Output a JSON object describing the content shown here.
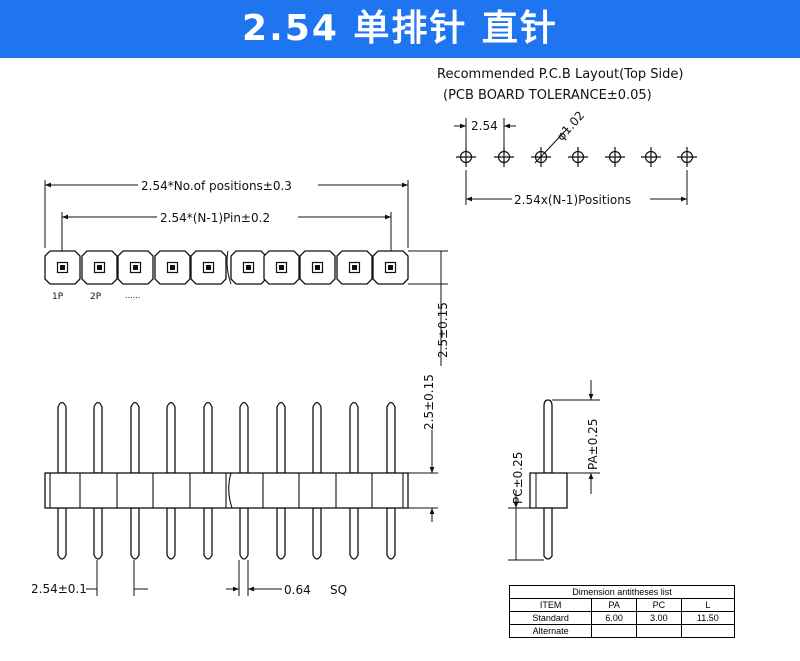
{
  "header": {
    "title": "2.54 单排针 直针",
    "background": "#1f74f0",
    "text_color": "#ffffff"
  },
  "pcb_layout": {
    "title_line1": "Recommended P.C.B Layout(Top Side)",
    "title_line2": "(PCB BOARD TOLERANCE±0.05)",
    "pitch_label": "2.54",
    "hole_label": "φ1.02",
    "span_label": "2.54x(N-1)Positions"
  },
  "top_view": {
    "overall_label": "2.54*No.of positions±0.3",
    "pin_span_label": "2.54*(N-1)Pin±0.2",
    "height_label": "2.5±0.15",
    "pin1_label": "1P",
    "pin2_label": "2P",
    "dots_label": "......"
  },
  "front_view": {
    "height_label": "2.5±0.15",
    "pitch_label": "2.54±0.1",
    "pin_size_label": "0.64",
    "pin_size_suffix": "SQ"
  },
  "side_view": {
    "pa_label": "PA±0.25",
    "pc_label": "PC±0.25"
  },
  "dimension_table": {
    "caption": "Dimension antitheses list",
    "headers": [
      "ITEM",
      "PA",
      "PC",
      "L"
    ],
    "rows": [
      [
        "Standard",
        "6.00",
        "3.00",
        "11.50"
      ],
      [
        "Alternate",
        "",
        "",
        ""
      ]
    ]
  }
}
